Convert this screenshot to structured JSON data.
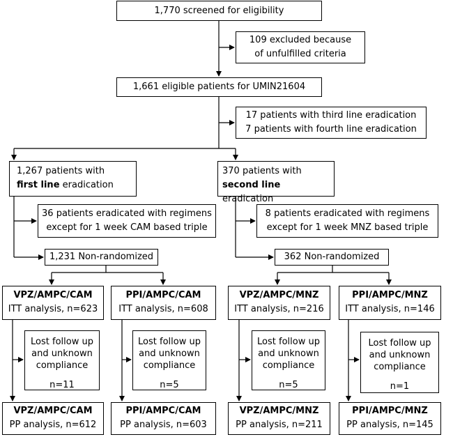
{
  "screened": "1,770 screened for eligibility",
  "excluded": [
    "109 excluded because",
    "of unfulfilled criteria"
  ],
  "eligible": "1,661 eligible patients for UMIN21604",
  "other_lines": [
    "17 patients with third line eradication",
    "7 patients with fourth line eradication"
  ],
  "first_line": {
    "line1": "1,267 patients with",
    "bold": "first line",
    "rest": " eradication",
    "excluded": [
      "36 patients eradicated with regimens",
      "except for 1 week CAM based triple"
    ],
    "nonrandomized": "1,231 Non-randomized",
    "arms": [
      {
        "itt_title": "VPZ/AMPC/CAM",
        "itt_text": "ITT analysis, n=623",
        "lost": [
          "Lost follow up",
          "and unknown",
          "compliance"
        ],
        "lost_n": "n=11",
        "pp_title": "VPZ/AMPC/CAM",
        "pp_text": "PP analysis, n=612"
      },
      {
        "itt_title": "PPI/AMPC/CAM",
        "itt_text": "ITT analysis, n=608",
        "lost": [
          "Lost follow up",
          "and unknown",
          "compliance"
        ],
        "lost_n": "n=5",
        "pp_title": "PPI/AMPC/CAM",
        "pp_text": "PP analysis, n=603"
      }
    ]
  },
  "second_line": {
    "line1": "370 patients with",
    "bold": "second line",
    "rest": " eradication",
    "excluded": [
      "8 patients eradicated with regimens",
      "except for 1 week MNZ based triple"
    ],
    "nonrandomized": "362 Non-randomized",
    "arms": [
      {
        "itt_title": "VPZ/AMPC/MNZ",
        "itt_text": "ITT analysis, n=216",
        "lost": [
          "Lost follow up",
          "and unknown",
          "compliance"
        ],
        "lost_n": "n=5",
        "pp_title": "VPZ/AMPC/MNZ",
        "pp_text": "PP analysis, n=211"
      },
      {
        "itt_title": "PPI/AMPC/MNZ",
        "itt_text": "ITT analysis, n=146",
        "lost": [
          "Lost follow up",
          "and unknown",
          "compliance"
        ],
        "lost_n": "n=1",
        "pp_title": "PPI/AMPC/MNZ",
        "pp_text": "PP analysis, n=145"
      }
    ]
  }
}
